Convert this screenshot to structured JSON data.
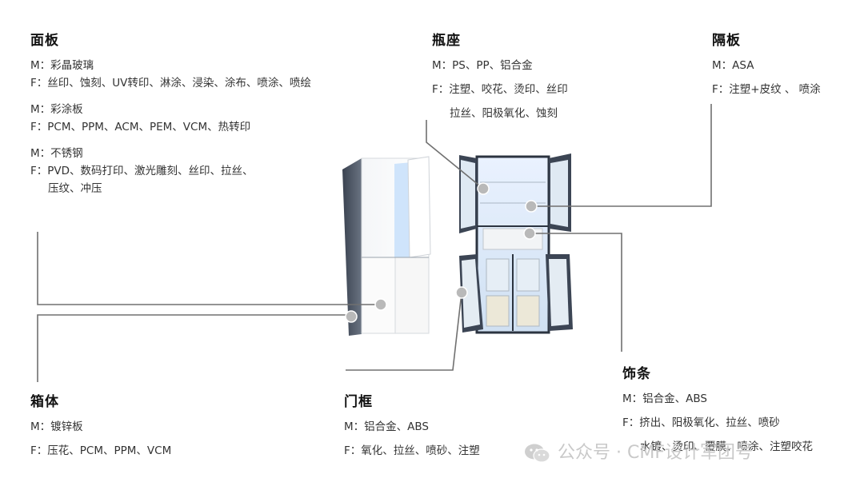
{
  "panel": {
    "title": "面板",
    "groups": [
      {
        "m": "M：彩晶玻璃",
        "f": "F：丝印、蚀刻、UV转印、淋涂、浸染、涂布、喷涂、喷绘"
      },
      {
        "m": "M：彩涂板",
        "f": "F：PCM、PPM、ACM、PEM、VCM、热转印"
      },
      {
        "m": "M：不锈钢",
        "f": "F：PVD、数码打印、激光雕刻、丝印、拉丝、",
        "f2": "压纹、冲压"
      }
    ]
  },
  "bottle_seat": {
    "title": "瓶座",
    "m": "M：PS、PP、铝合金",
    "f": "F：注塑、咬花、烫印、丝印",
    "f2": "拉丝、阳极氧化、蚀刻"
  },
  "shelf": {
    "title": "隔板",
    "m": "M：ASA",
    "f": "F：注塑+皮纹 、 喷涂"
  },
  "cabinet": {
    "title": "箱体",
    "m": "M：镀锌板",
    "f": "F：压花、PCM、PPM、VCM"
  },
  "door_frame": {
    "title": "门框",
    "m": "M：铝合金、ABS",
    "f": "F：氧化、拉丝、喷砂、注塑"
  },
  "trim": {
    "title": "饰条",
    "m": "M：铝合金、ABS",
    "f": "F：挤出、阳极氧化、拉丝、喷砂",
    "f2": "水镀、烫印、覆膜、喷涂、注塑咬花"
  },
  "watermark": {
    "text": "公众号 · CMF设计军团号",
    "icon": "wechat-icon"
  },
  "colors": {
    "leader": "#707070",
    "dot": "#b9b9b9",
    "fridge_frame": "#2c3440"
  }
}
